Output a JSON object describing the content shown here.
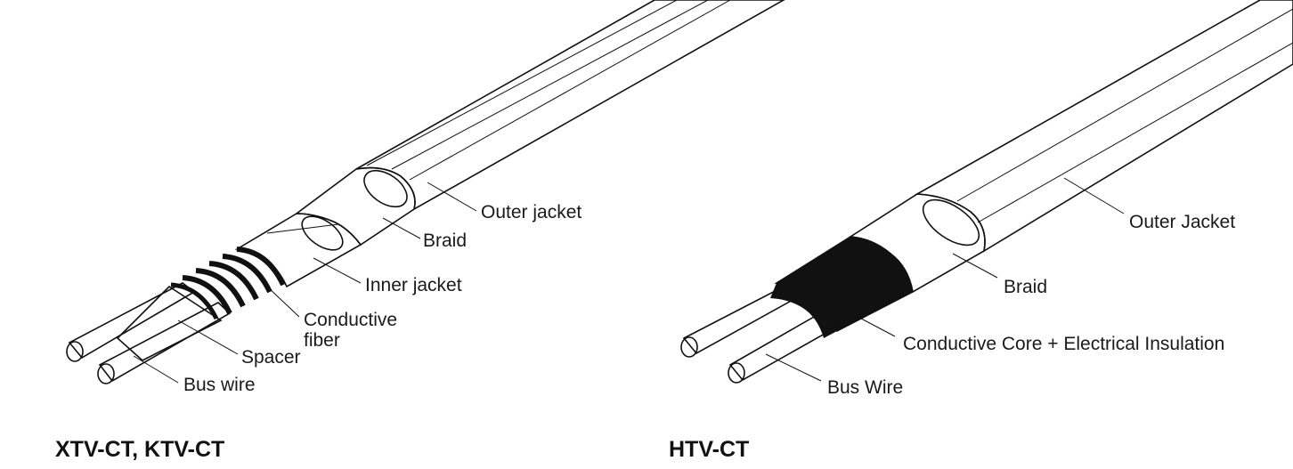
{
  "left_cable": {
    "title": "XTV-CT, KTV-CT",
    "labels": {
      "outer_jacket": "Outer jacket",
      "braid": "Braid",
      "inner_jacket": "Inner jacket",
      "conductive_fiber_line1": "Conductive",
      "conductive_fiber_line2": "fiber",
      "spacer": "Spacer",
      "bus_wire": "Bus wire"
    }
  },
  "right_cable": {
    "title": "HTV-CT",
    "labels": {
      "outer_jacket": "Outer Jacket",
      "braid": "Braid",
      "conductive_core": "Conductive Core + Electrical Insulation",
      "bus_wire": "Bus Wire"
    }
  },
  "colors": {
    "line": "#111111",
    "core": "#111111",
    "background": "#ffffff"
  }
}
